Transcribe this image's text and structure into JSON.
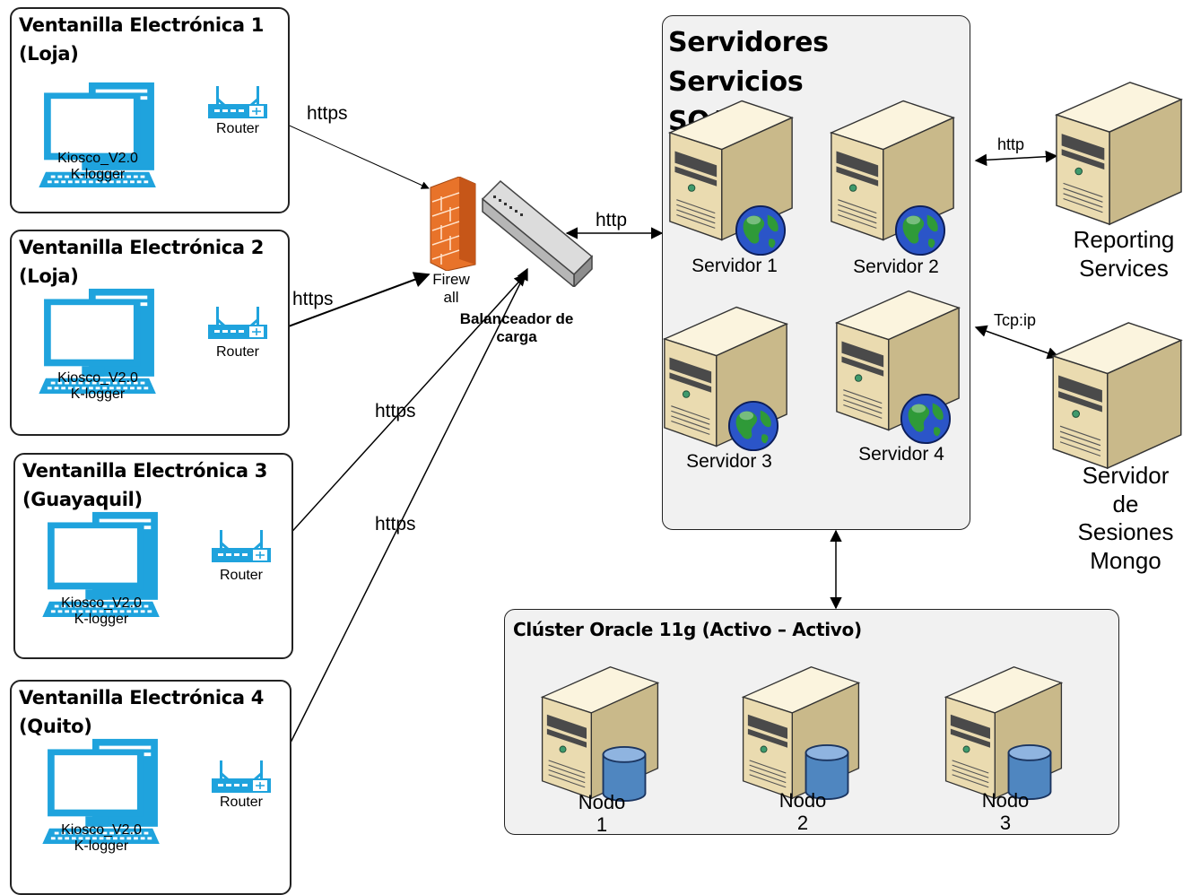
{
  "kiosks": [
    {
      "title": "Ventanilla Electrónica 1\n(Loja)",
      "device_label": "Kiosco_V2.0\nK-logger",
      "router_label": "Router",
      "link_label": "https"
    },
    {
      "title": "Ventanilla Electrónica 2\n(Loja)",
      "device_label": "Kiosco_V2.0\nK-logger",
      "router_label": "Router",
      "link_label": "https"
    },
    {
      "title": "Ventanilla Electrónica 3\n(Guayaquil)",
      "device_label": "Kiosco_V2.0\nK-logger",
      "router_label": "Router",
      "link_label": "https"
    },
    {
      "title": "Ventanilla Electrónica 4\n(Quito)",
      "device_label": "Kiosco_V2.0\nK-logger",
      "router_label": "Router",
      "link_label": "https"
    }
  ],
  "firewall": {
    "label": "Firew\nall",
    "icon": "firewall-icon",
    "color": "#e8732a"
  },
  "load_balancer": {
    "label": "Balanceador de\ncarga",
    "icon": "load-balancer-icon",
    "link_label": "http"
  },
  "soa": {
    "title": "Servidores Servicios\nSOA",
    "servers": [
      {
        "label": "Servidor 1"
      },
      {
        "label": "Servidor 2"
      },
      {
        "label": "Servidor 3"
      },
      {
        "label": "Servidor 4"
      }
    ]
  },
  "reporting": {
    "label": "Reporting\nServices",
    "link_label": "http"
  },
  "sessions": {
    "label": "Servidor\nde\nSesiones\nMongo",
    "link_label": "Tcp:ip"
  },
  "cluster": {
    "title": "Clúster Oracle 11g (Activo – Activo)",
    "nodes": [
      {
        "label": "Nodo\n1"
      },
      {
        "label": "Nodo\n2"
      },
      {
        "label": "Nodo\n3"
      }
    ]
  },
  "colors": {
    "kiosk_blue": "#1fa3dd",
    "server_beige": "#eadbb0",
    "database_blue": "#4f86c0",
    "globe_blue": "#2b55c8",
    "globe_green": "#2f9a38"
  }
}
